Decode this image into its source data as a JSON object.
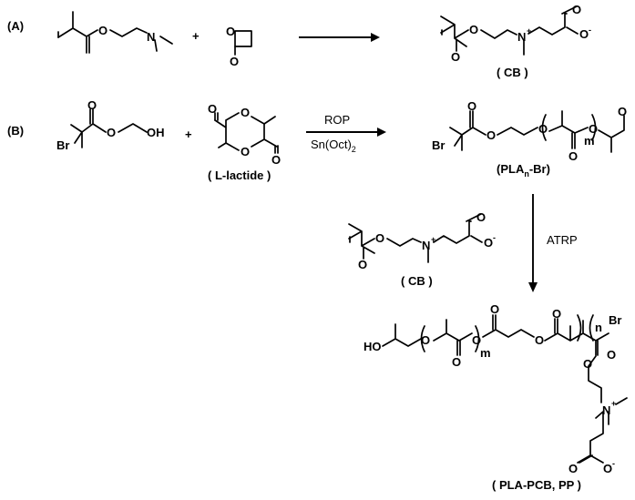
{
  "panels": {
    "a": {
      "label": "(A)"
    },
    "b": {
      "label": "(B)"
    }
  },
  "atoms": {
    "O": "O",
    "OH": "OH",
    "HO": "HO",
    "N": "N",
    "N_plus": "N",
    "plus_charge": "+",
    "Br": "Br",
    "O_minus": "O",
    "minus_charge": "-",
    "m": "m",
    "n": "n",
    "sub_2": "2",
    "sub_n": "n"
  },
  "reaction_a": {
    "plus": "+",
    "product_label": "( CB )"
  },
  "reaction_b": {
    "plus": "+",
    "lactide_label": "( L-lactide )",
    "arrow_top": "ROP",
    "arrow_bottom_main": "Sn(Oct)",
    "product_label_open": "(PLA",
    "product_label_close": "-Br)"
  },
  "reaction_c": {
    "reagent_label": "( CB )",
    "arrow_label": "ATRP",
    "product_label": "( PLA-PCB, PP )"
  }
}
